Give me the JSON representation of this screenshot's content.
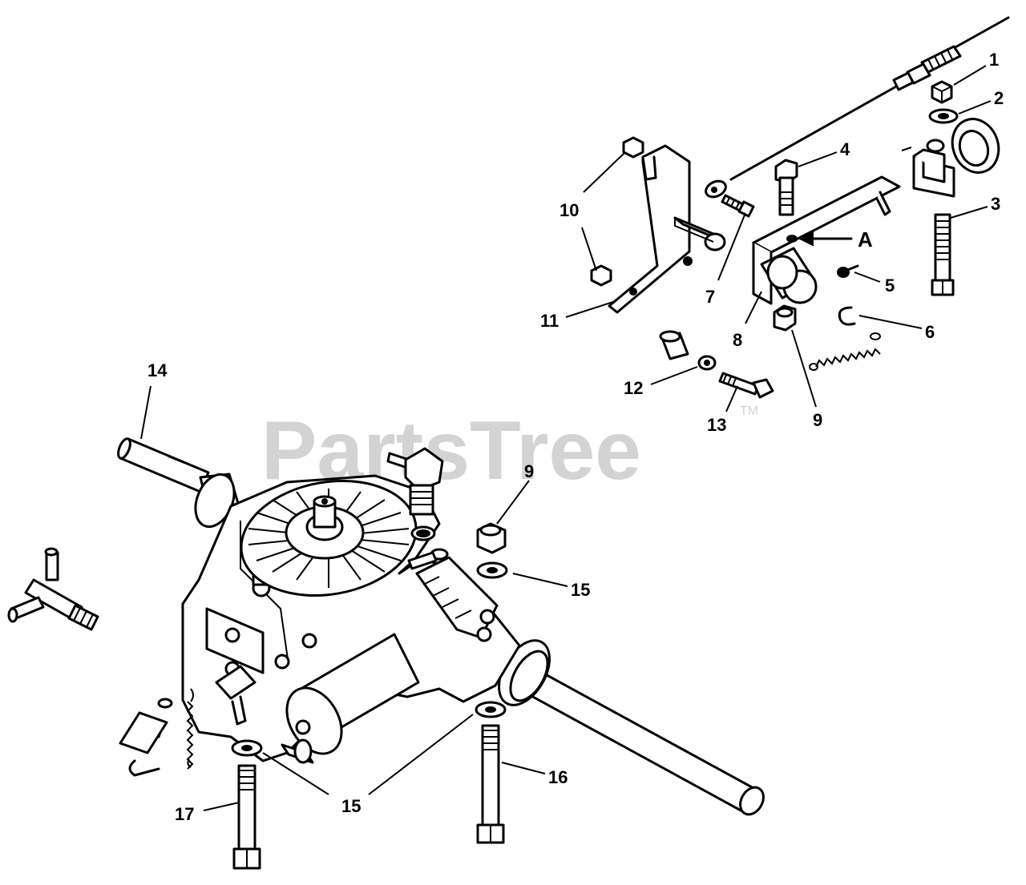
{
  "watermark": {
    "text": "PartsTree",
    "mark": "TM"
  },
  "callouts": {
    "c1": "1",
    "c2": "2",
    "c3": "3",
    "c4": "4",
    "c5": "5",
    "c6": "6",
    "c7": "7",
    "c8": "8",
    "c9a": "9",
    "c9b": "9",
    "c10": "10",
    "c11": "11",
    "c12": "12",
    "c13": "13",
    "c14": "14",
    "c15a": "15",
    "c15b": "15",
    "c16": "16",
    "c17": "17",
    "cA": "A"
  }
}
